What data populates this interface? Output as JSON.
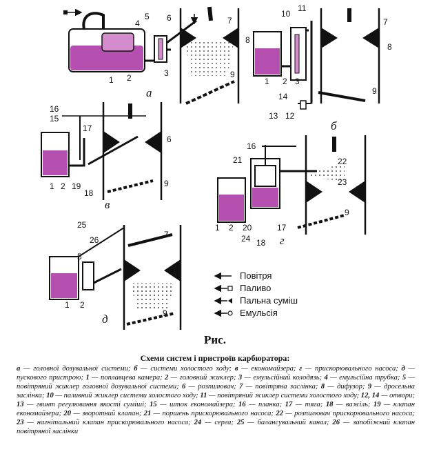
{
  "figure": {
    "panel_letters": [
      "а",
      "б",
      "в",
      "г",
      "д"
    ],
    "part_numbers": [
      "1",
      "2",
      "3",
      "4",
      "5",
      "6",
      "7",
      "8",
      "9",
      "10",
      "11",
      "12",
      "13",
      "14",
      "15",
      "16",
      "17",
      "18",
      "19",
      "20",
      "21",
      "22",
      "23",
      "24",
      "25",
      "26"
    ],
    "colors": {
      "fuel": "#b54fb0",
      "fuel_light": "#d48ccd",
      "ink": "#111111",
      "paper": "#ffffff"
    }
  },
  "legend": [
    {
      "marker": "arrow-plain-icon",
      "label": "Повітря"
    },
    {
      "marker": "arrow-square-icon",
      "label": "Паливо"
    },
    {
      "marker": "arrow-filled-icon",
      "label": "Пальна суміш"
    },
    {
      "marker": "arrow-circle-icon",
      "label": "Емульсія"
    }
  ],
  "title": "Рис.",
  "caption_title": "Схеми систем і пристроїв карбюратора:",
  "caption_items": [
    {
      "key": "а",
      "text": " — головної дозувальної системи; "
    },
    {
      "key": "б",
      "text": " — системи холостого ходу; "
    },
    {
      "key": "в",
      "text": " — економайзера; "
    },
    {
      "key": "г",
      "text": " — прискорювального насоса; "
    },
    {
      "key": "д",
      "text": " — пускового пристрою; "
    },
    {
      "key": "1",
      "text": " — поплавцева камера; "
    },
    {
      "key": "2",
      "text": " — головний жиклер; "
    },
    {
      "key": "3",
      "text": " — емульсійний колодязь; "
    },
    {
      "key": "4",
      "text": " — емульсійна трубка; "
    },
    {
      "key": "5",
      "text": " — повітряний жиклер головної дозувальної системи; "
    },
    {
      "key": "6",
      "text": " — розпилювач; "
    },
    {
      "key": "7",
      "text": " — повітряна заслінка; "
    },
    {
      "key": "8",
      "text": " — дифузор; "
    },
    {
      "key": "9",
      "text": " — дросельна заслінка; "
    },
    {
      "key": "10",
      "text": " — паливний жиклер системи холостого ходу; "
    },
    {
      "key": "11",
      "text": " — повітряний жиклер системи холостого ходу; "
    },
    {
      "key": "12, 14",
      "text": " — отвори; "
    },
    {
      "key": "13",
      "text": " — гвинт регулювання якості суміші; "
    },
    {
      "key": "15",
      "text": " — шток економайзера; "
    },
    {
      "key": "16",
      "text": " — планка; "
    },
    {
      "key": "17",
      "text": " — тяга; "
    },
    {
      "key": "18",
      "text": " — важіль; "
    },
    {
      "key": "19",
      "text": " — клапан економайзера; "
    },
    {
      "key": "20",
      "text": " — зворотний клапан; "
    },
    {
      "key": "21",
      "text": " — поршень прискорювального насоса; "
    },
    {
      "key": "22",
      "text": " — розпилювач прискорювального насоса; "
    },
    {
      "key": "23",
      "text": " — нагнітальний клапан прискорювального насоса; "
    },
    {
      "key": "24",
      "text": " — серга; "
    },
    {
      "key": "25",
      "text": " — балансувальний канал; "
    },
    {
      "key": "26",
      "text": " — запобіжний клапан повітряної заслінки"
    }
  ]
}
